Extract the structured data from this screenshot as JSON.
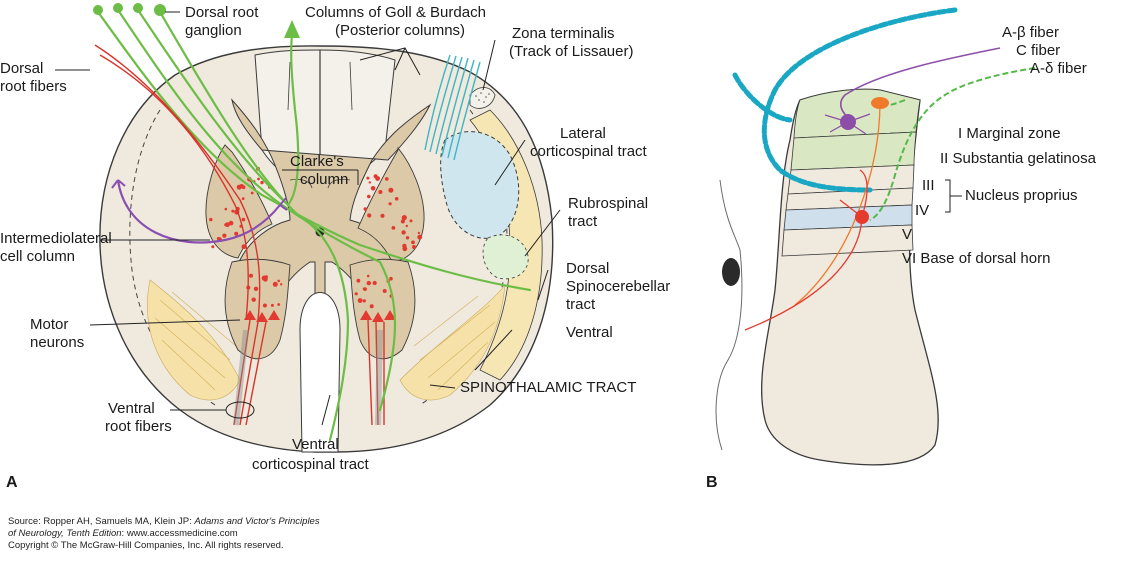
{
  "panel_a": {
    "letter": "A",
    "labels": {
      "dorsal_root_ganglion": [
        "Dorsal root",
        "ganglion"
      ],
      "columns_goll_burdach": [
        "Columns of Goll & Burdach",
        "(Posterior columns)"
      ],
      "zona_terminalis": [
        "Zona terminalis",
        "(Track of Lissauer)"
      ],
      "dorsal_root_fibers": [
        "Dorsal",
        "root fibers"
      ],
      "lateral_corticospinal": [
        "Lateral",
        "corticospinal tract"
      ],
      "clarkes_column": [
        "Clarke's",
        "column"
      ],
      "rubrospinal": [
        "Rubrospinal",
        "tract"
      ],
      "intermediolateral": [
        "Intermediolateral",
        "cell column"
      ],
      "dorsal_spinocerebellar": [
        "Dorsal",
        "Spinocerebellar",
        "tract"
      ],
      "ventral": "Ventral",
      "motor_neurons": [
        "Motor",
        "neurons"
      ],
      "spinothalamic": "SPINOTHALAMIC TRACT",
      "ventral_root_fibers": [
        "Ventral",
        "root fibers"
      ],
      "ventral_corticospinal": [
        "Ventral",
        "corticospinal tract"
      ]
    }
  },
  "panel_b": {
    "letter": "B",
    "fibers": [
      "A-β fiber",
      "C fiber",
      "A-δ fiber"
    ],
    "laminae": {
      "l1": "I Marginal zone",
      "l2": "II Substantia gelatinosa",
      "l3": "III",
      "l4": "IV",
      "l5": "V",
      "nucleus": "Nucleus proprius",
      "l6": "VI Base of dorsal horn"
    }
  },
  "source": {
    "line1_prefix": "Source: Ropper AH, Samuels MA, Klein JP: ",
    "line1_italic": "Adams and Victor's Principles",
    "line2_italic": "of Neurology, Tenth Edition",
    "line2_suffix": ": www.accessmedicine.com",
    "line3": "Copyright © The McGraw-Hill Companies, Inc. All rights reserved."
  },
  "colors": {
    "cord_fill": "#efe9de",
    "gray_matter": "#dcc9a8",
    "dots": "#e23a30",
    "dorsal_fibers": "#6cbd45",
    "motor_axons": "#d9342b",
    "autonomic": "#8a4fb0",
    "posterior_fibers": "#3fb5c4",
    "lateral_tract": "#cfe6ef",
    "spinocerebellar": "#f6e6b4",
    "rubrospinal": "#dff0d4",
    "a_beta": "#19a7c4",
    "c_fiber": "#8c4fa8",
    "a_delta": "#56b84a",
    "lamina_green": "#d9e8c2",
    "lamina_blue": "#cfe0ec",
    "neuron_orange": "#f07a2a"
  }
}
